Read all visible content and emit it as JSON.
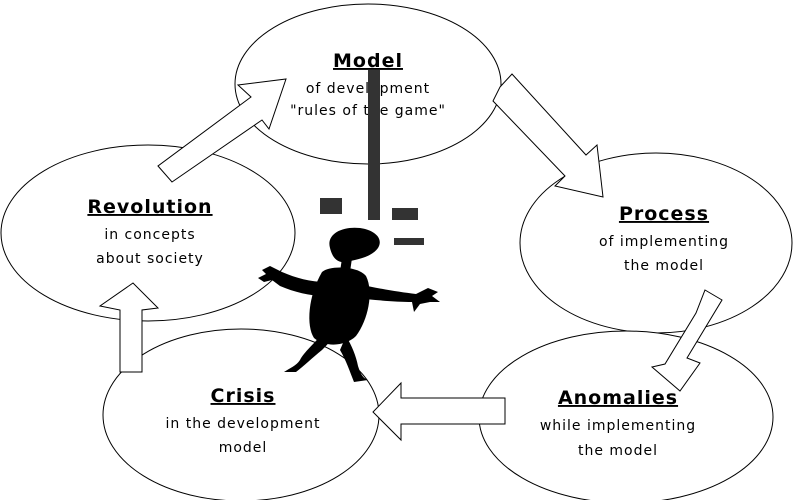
{
  "nodes": {
    "model": {
      "title": "Model",
      "line1": "of development",
      "line2": "\"rules of the game\""
    },
    "process": {
      "title": "Process",
      "line1": "of implementing",
      "line2": "the model"
    },
    "anomalies": {
      "title": "Anomalies",
      "line1": "while implementing",
      "line2": "the model"
    },
    "crisis": {
      "title": "Crisis",
      "line1": "in the development",
      "line2": "model"
    },
    "revolution": {
      "title": "Revolution",
      "line1": "in concepts",
      "line2": "about society"
    }
  },
  "colors": {
    "background": "#ffffff",
    "outline": "#000000",
    "blocks": "#333333"
  },
  "icons": {
    "center": "stick-figure-juggling-icon"
  }
}
